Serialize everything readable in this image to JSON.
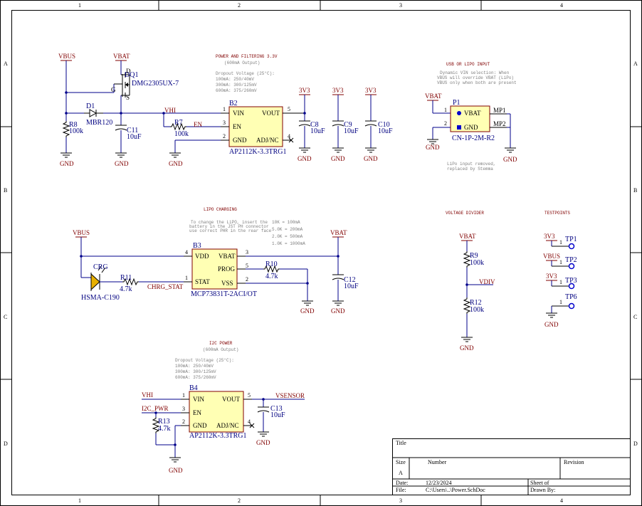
{
  "border": {
    "columns": [
      "1",
      "2",
      "3",
      "4"
    ],
    "rows": [
      "A",
      "B",
      "C",
      "D"
    ]
  },
  "sections": {
    "power_filter": {
      "title": "POWER AND FILTERING 3.3V",
      "subtitle": "(600mA Output)",
      "notes": [
        "Dropout Voltage (25°C):",
        "100mA: 250/40mV",
        "300mA: 300/125mV",
        "600mA: 375/260mV"
      ]
    },
    "usb_lipo": {
      "title": "USB OR LIPO INPUT",
      "notes": [
        "Dynamic VIN selection: When",
        "VBUS will override VBAT (LiPo)",
        "VBUS only when both are present"
      ],
      "footer": [
        "LiPo input removed,",
        "replaced by Stemma"
      ]
    },
    "lipo_charge": {
      "title": "LIPO CHARGING",
      "notes": [
        "To change the LiPO, insert the",
        "battery in the JST PH connector",
        "use correct PHR in the rear face"
      ],
      "table": [
        "10K = 100mA",
        "5.0K = 200mA",
        "2.0K = 500mA",
        "1.0K = 1000mA"
      ]
    },
    "voltage_divider": {
      "title": "VOLTAGE DIVIDER"
    },
    "testpoints": {
      "title": "TESTPOINTS"
    },
    "i2c_power": {
      "title": "I2C POWER",
      "subtitle": "(600mA Output)",
      "notes": [
        "Dropout Voltage (25°C):",
        "100mA: 250/40mV",
        "300mA: 300/125mV",
        "600mA: 375/260mV"
      ]
    }
  },
  "nets": {
    "vbus": "VBUS",
    "vbat": "VBAT",
    "v3v3": "3V3",
    "gnd": "GND",
    "vhi": "VHI",
    "en": "EN",
    "chrg_stat": "CHRG_STAT",
    "vdiv": "VDIV",
    "i2c_pwr": "I2C_PWR",
    "vsensor": "VSENSOR"
  },
  "parts": {
    "dq1": {
      "ref": "DQ1",
      "value": "DMG2305UX-7",
      "gate": "G",
      "drain": "D",
      "source": "S"
    },
    "d1": {
      "ref": "D1",
      "value": "MBR120"
    },
    "r8": {
      "ref": "R8",
      "value": "100k"
    },
    "c11": {
      "ref": "C11",
      "value": "10uF"
    },
    "r7": {
      "ref": "R7",
      "value": "100k"
    },
    "b2": {
      "ref": "B2",
      "value": "AP2112K-3.3TRG1",
      "pins": {
        "vin": "VIN",
        "en": "EN",
        "gnd": "GND",
        "vout": "VOUT",
        "adj": "ADJ/NC"
      },
      "nums": [
        "1",
        "3",
        "2",
        "5",
        "4"
      ]
    },
    "c8": {
      "ref": "C8",
      "value": "10uF"
    },
    "c9": {
      "ref": "C9",
      "value": "10uF"
    },
    "c10": {
      "ref": "C10",
      "value": "10uF"
    },
    "p1": {
      "ref": "P1",
      "value": "CN-1P-2M-R2",
      "pins": {
        "vbat": "VBAT",
        "gnd": "GND"
      },
      "nums": [
        "1",
        "2"
      ],
      "mp1": "MP1",
      "mp2": "MP2"
    },
    "b3": {
      "ref": "B3",
      "value": "MCP73831T-2ACI/OT",
      "pins": {
        "vdd": "VDD",
        "vbat": "VBAT",
        "prog": "PROG",
        "stat": "STAT",
        "vss": "VSS"
      },
      "nums": [
        "4",
        "3",
        "5",
        "1",
        "2"
      ]
    },
    "crg": {
      "ref": "CRG",
      "value": "HSMA-C190"
    },
    "r11": {
      "ref": "R11",
      "value": "4.7k"
    },
    "r10": {
      "ref": "R10",
      "value": "4.7k"
    },
    "c12": {
      "ref": "C12",
      "value": "10uF"
    },
    "r9": {
      "ref": "R9",
      "value": "100k"
    },
    "r12": {
      "ref": "R12",
      "value": "100k"
    },
    "tp1": {
      "ref": "TP1",
      "pin": "1"
    },
    "tp2": {
      "ref": "TP2",
      "pin": "1"
    },
    "tp3": {
      "ref": "TP3",
      "pin": "1"
    },
    "tp6": {
      "ref": "TP6",
      "pin": "1"
    },
    "b4": {
      "ref": "B4",
      "value": "AP2112K-3.3TRG1",
      "pins": {
        "vin": "VIN",
        "en": "EN",
        "gnd": "GND",
        "vout": "VOUT",
        "adj": "ADJ/NC"
      },
      "nums": [
        "1",
        "3",
        "2",
        "5",
        "4"
      ]
    },
    "c13": {
      "ref": "C13",
      "value": "10uF"
    },
    "r13": {
      "ref": "R13",
      "value": "4.7k"
    }
  },
  "title_block": {
    "title_label": "Title",
    "size_label": "Size",
    "size_value": "A",
    "number_label": "Number",
    "revision_label": "Revision",
    "date_label": "Date:",
    "date_value": "12/23/2024",
    "sheet_label": "Sheet    of",
    "file_label": "File:",
    "file_value": "C:\\Users\\..\\Power.SchDoc",
    "drawn_label": "Drawn By:"
  },
  "colors": {
    "wire": "#00008b",
    "net_label": "#800000",
    "part_fill": "#ffffb4",
    "led": "#e8b000",
    "pin_dot": "#0000cc"
  }
}
